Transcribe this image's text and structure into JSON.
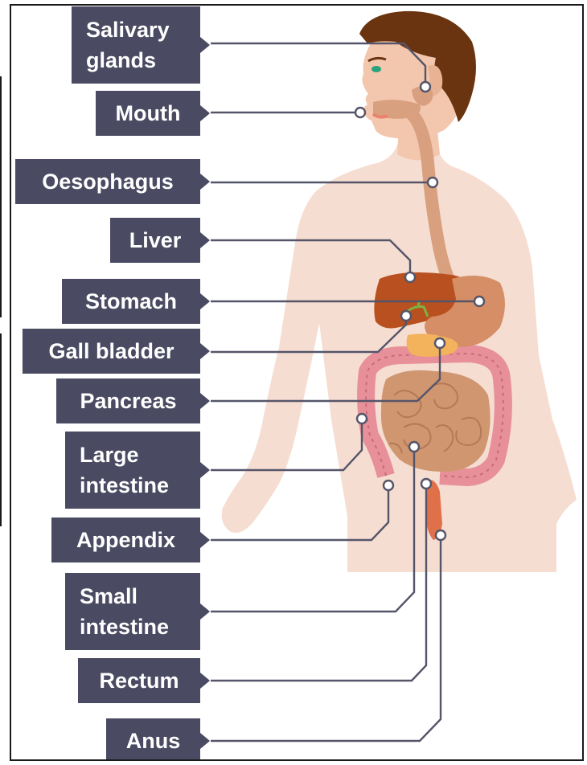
{
  "diagram": {
    "labels": [
      {
        "id": "salivary-glands",
        "lines": [
          "Salivary",
          "glands"
        ]
      },
      {
        "id": "mouth",
        "lines": [
          "Mouth"
        ]
      },
      {
        "id": "oesophagus",
        "lines": [
          "Oesophagus"
        ]
      },
      {
        "id": "liver",
        "lines": [
          "Liver"
        ]
      },
      {
        "id": "stomach",
        "lines": [
          "Stomach"
        ]
      },
      {
        "id": "gall-bladder",
        "lines": [
          "Gall bladder"
        ]
      },
      {
        "id": "pancreas",
        "lines": [
          "Pancreas"
        ]
      },
      {
        "id": "large-intestine",
        "lines": [
          "Large",
          "intestine"
        ]
      },
      {
        "id": "appendix",
        "lines": [
          "Appendix"
        ]
      },
      {
        "id": "small-intestine",
        "lines": [
          "Small",
          "intestine"
        ]
      },
      {
        "id": "rectum",
        "lines": [
          "Rectum"
        ]
      },
      {
        "id": "anus",
        "lines": [
          "Anus"
        ]
      }
    ],
    "colors": {
      "label_bg": "#4a4a62",
      "label_text": "#ffffff",
      "leader_line": "#55556a",
      "skin": "#f6ddd1",
      "face": "#f3c7ae",
      "hair": "#6b3410",
      "oesophagus": "#d9a080",
      "liver": "#b8501f",
      "stomach": "#d58e66",
      "pancreas": "#f3b25c",
      "large_intestine": "#e7909a",
      "small_intestine": "#cf9670",
      "rectum": "#e0704a",
      "gall_bladder": "#7cb342"
    }
  }
}
